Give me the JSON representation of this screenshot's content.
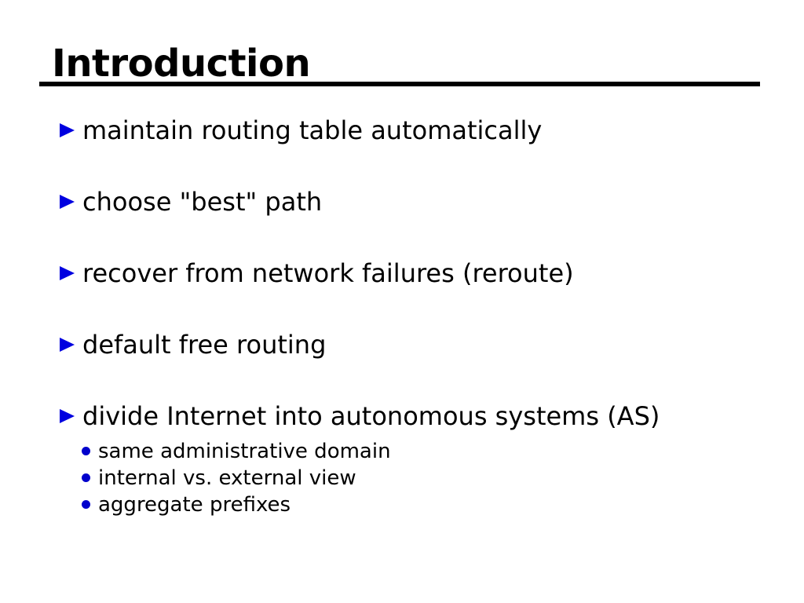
{
  "slide": {
    "title": "Introduction",
    "bullets": [
      {
        "label": "maintain routing table automatically"
      },
      {
        "label": "choose \"best\" path"
      },
      {
        "label": "recover from network failures (reroute)"
      },
      {
        "label": "default free routing"
      },
      {
        "label": "divide Internet into autonomous systems (AS)",
        "sub": [
          "same administrative domain",
          "internal vs. external view",
          "aggregate prefixes"
        ]
      }
    ],
    "colors": {
      "bullet_triangle": "#0000e0",
      "sub_bullet_dot": "#0000cc",
      "text": "#000000",
      "background": "#ffffff",
      "title_rule": "#000000"
    }
  }
}
